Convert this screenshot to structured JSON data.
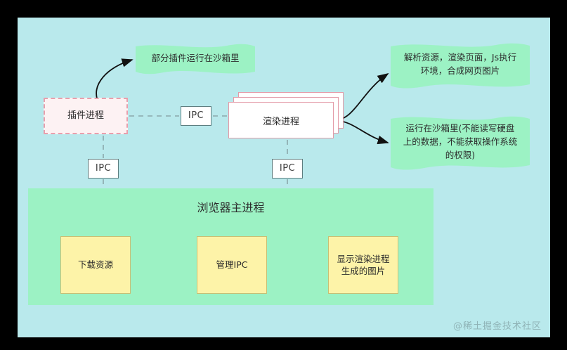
{
  "diagram": {
    "title_main_process": "浏览器主进程",
    "nodes": {
      "plugin_process": "插件进程",
      "render_process": "渲染进程",
      "ipc_middle": "IPC",
      "ipc_left": "IPC",
      "ipc_right": "IPC"
    },
    "main_process_children": [
      {
        "label": "下载资源"
      },
      {
        "label": "管理IPC"
      },
      {
        "label": "显示渲染进程\n生成的图片"
      }
    ],
    "callouts": {
      "plugin": "部分插件运行在沙箱里",
      "render_top_line1": "解析资源，渲染页面，Js执行",
      "render_top_line2": "环境，合成网页图片",
      "render_bottom_line1": "运行在沙箱里(不能读写硬盘",
      "render_bottom_line2": "上的数据，不能获取操作系统",
      "render_bottom_line3": "的权限)"
    },
    "watermark": "@稀土掘金技术社区",
    "colors": {
      "canvas_background": "#b9e9ec",
      "frame": "#000000",
      "callout_green": "#9cf2c4",
      "main_process_green": "#9cf2c4",
      "sub_box_yellow": "#fdf3a8",
      "plugin_border_pink": "#e8a0ad",
      "plugin_fill": "#fdf2f3",
      "render_border_pink": "#e39aa7",
      "ipc_border_gray": "#5d7d7f",
      "connector_gray": "#8aa8ab",
      "arrow_black": "#111111"
    }
  }
}
